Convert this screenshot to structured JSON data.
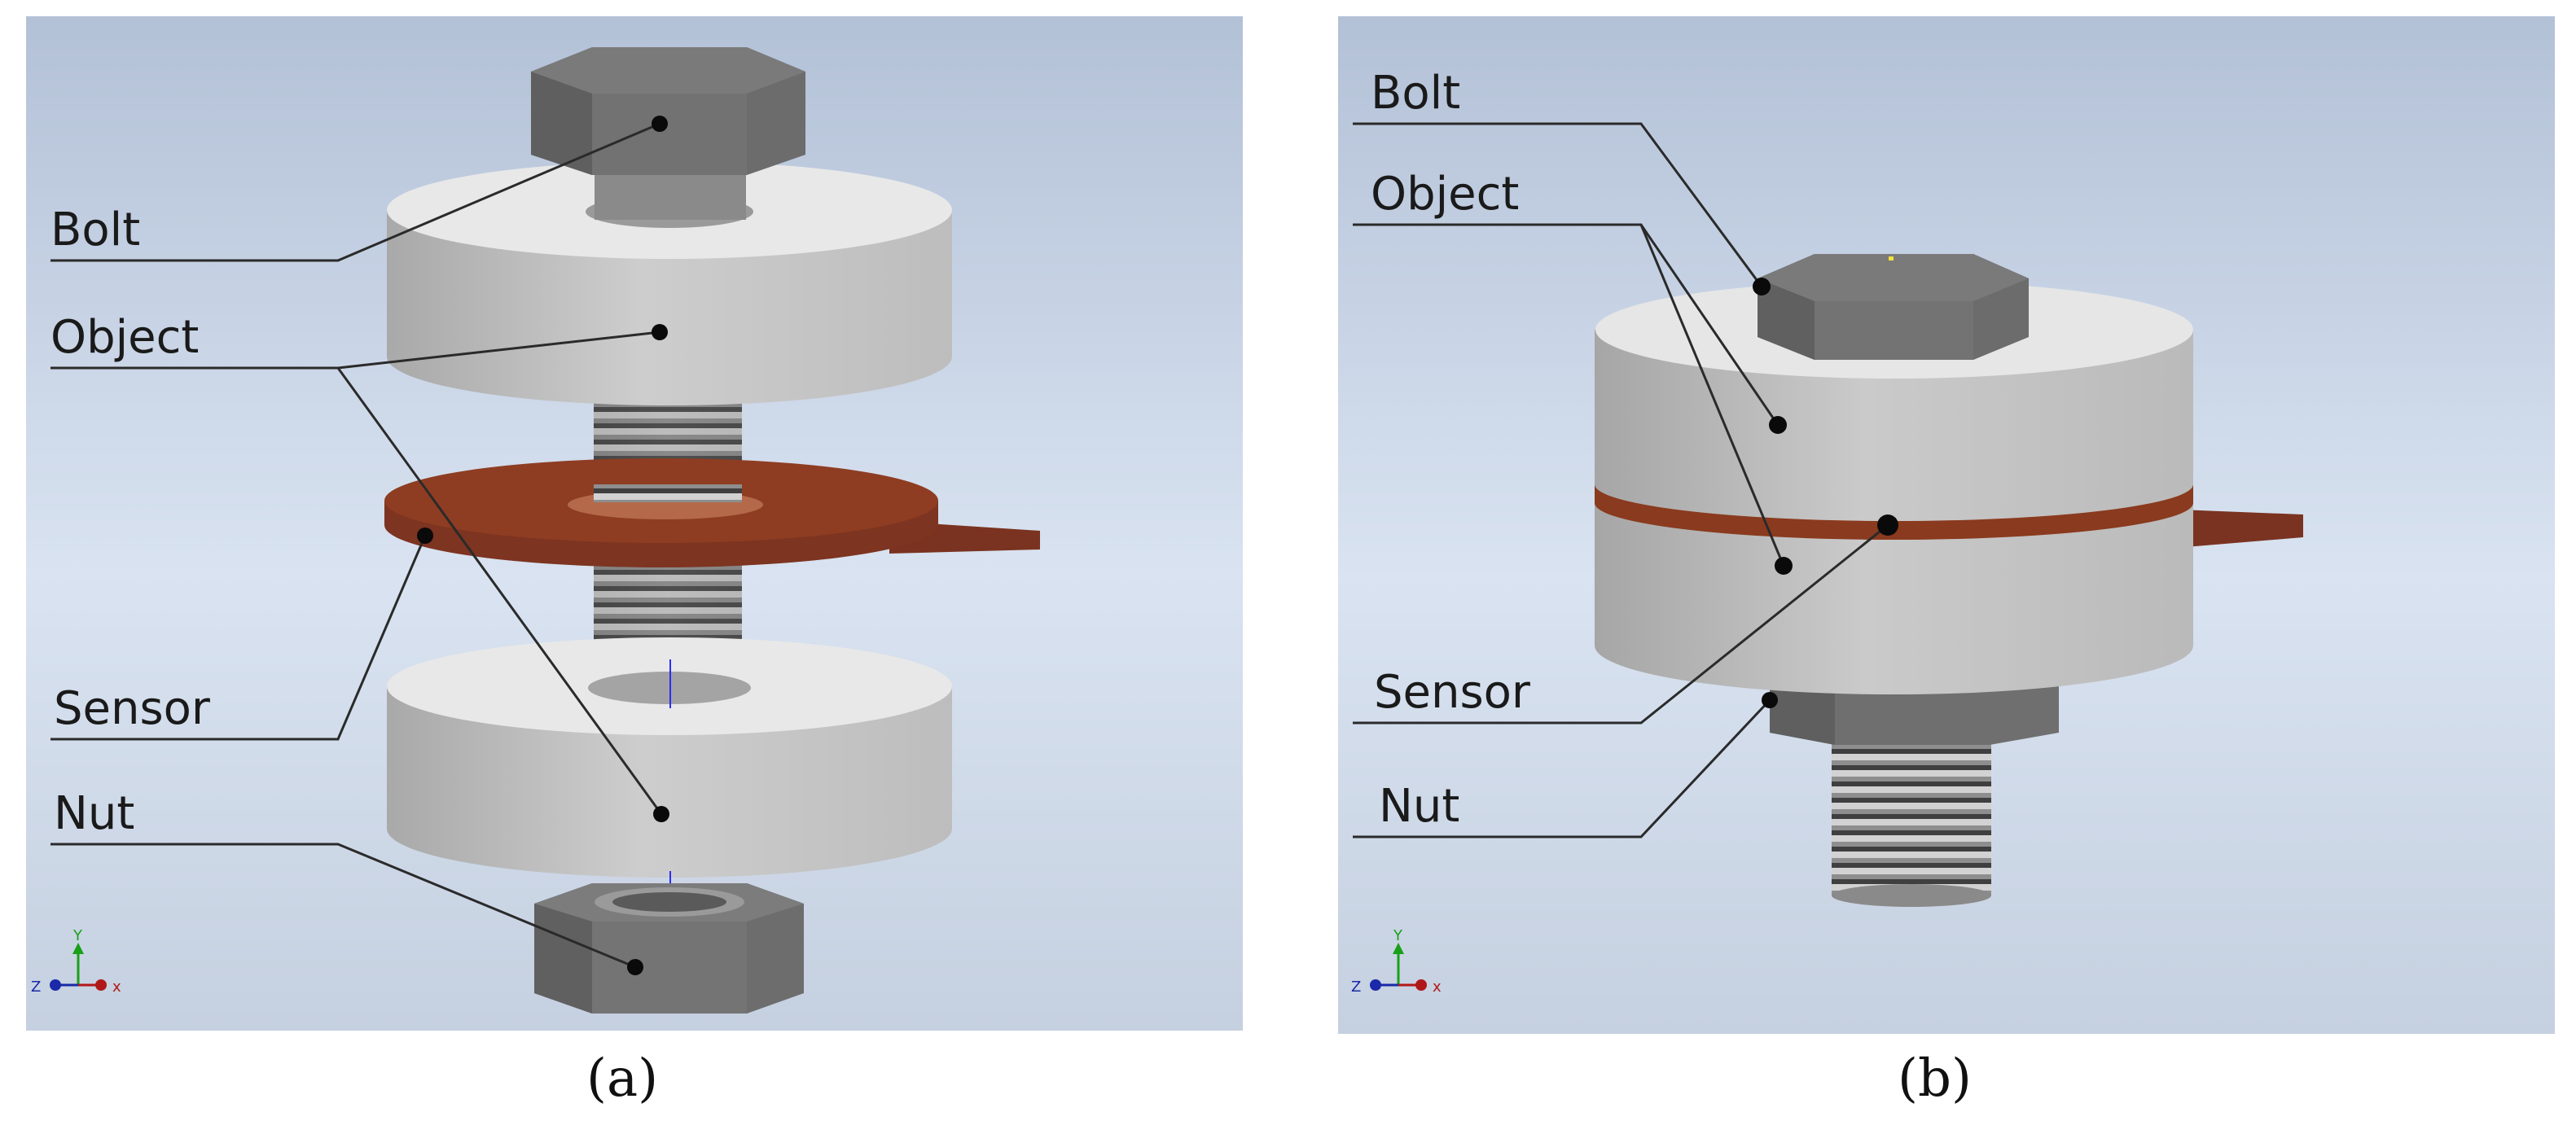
{
  "panels": [
    {
      "caption": "(a)",
      "labels": {
        "bolt": "Bolt",
        "object": "Object",
        "sensor": "Sensor",
        "nut": "Nut"
      },
      "triad": {
        "x": "x",
        "y": "Y",
        "z": "Z"
      }
    },
    {
      "caption": "(b)",
      "labels": {
        "bolt": "Bolt",
        "object": "Object",
        "sensor": "Sensor",
        "nut": "Nut"
      },
      "triad": {
        "x": "x",
        "y": "Y",
        "z": "Z"
      }
    }
  ],
  "colors": {
    "background_top": "#b2c0d6",
    "background_bottom": "#dde6f3",
    "steel": "#707070",
    "object_side": "#c4c4c4",
    "object_top": "#e9e9e9",
    "sensor": "#8a3a1e"
  }
}
